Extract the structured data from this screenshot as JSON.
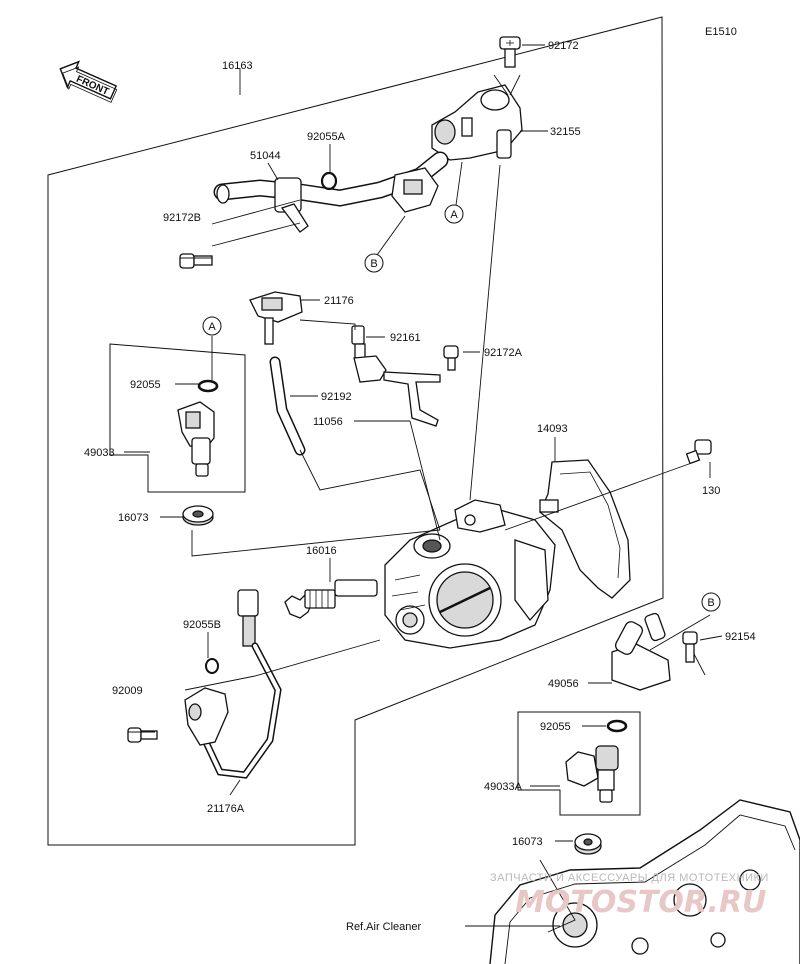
{
  "diagram": {
    "code": "E1510",
    "front_label": "FRONT",
    "ref_label": "Ref.Air Cleaner",
    "watermark_line1": "ЗАПЧАСТИ И АКСЕССУАРЫ ДЛЯ МОТОТЕХНИКИ",
    "watermark_line2": "MOTOSTOR.RU",
    "callouts": {
      "a_top": "A",
      "a_left": "A",
      "b_top": "B",
      "b_right": "B"
    },
    "part_labels": {
      "p16163": "16163",
      "p92172": "92172",
      "p32155": "32155",
      "p92055A": "92055A",
      "p51044": "51044",
      "p92172B": "92172B",
      "p21176": "21176",
      "p92161": "92161",
      "p92172A": "92172A",
      "p92055": "92055",
      "p92192": "92192",
      "p11056": "11056",
      "p49033": "49033",
      "p14093": "14093",
      "p130": "130",
      "p16073": "16073",
      "p16016": "16016",
      "p92055B": "92055B",
      "p92154": "92154",
      "p92009": "92009",
      "p49056": "49056",
      "p92055_b": "92055",
      "p49033A": "49033A",
      "p21176A": "21176A",
      "p16073_b": "16073"
    }
  }
}
